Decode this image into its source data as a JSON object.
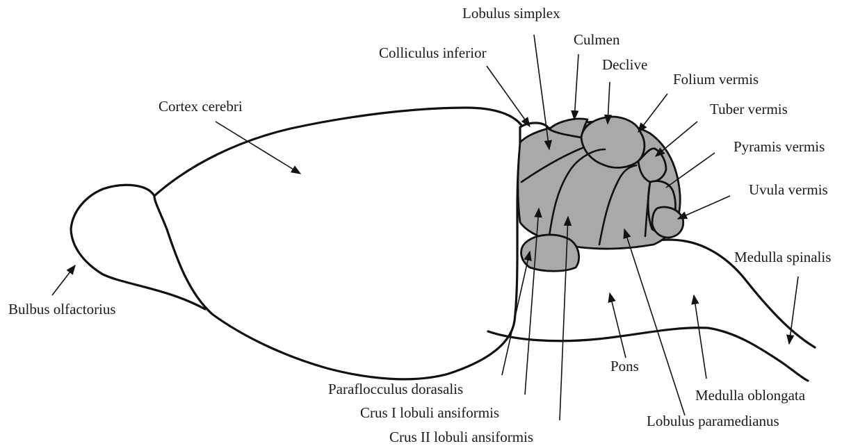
{
  "colors": {
    "outline": "#111111",
    "cerebellum_fill": "#a9a9a9",
    "background": "#ffffff"
  },
  "labels": {
    "lobulus_simplex": "Lobulus simplex",
    "culmen": "Culmen",
    "colliculus_inferior": "Colliculus inferior",
    "declive": "Declive",
    "folium_vermis": "Folium vermis",
    "cortex_cerebri": "Cortex cerebri",
    "tuber_vermis": "Tuber vermis",
    "pyramis_vermis": "Pyramis vermis",
    "uvula_vermis": "Uvula vermis",
    "medulla_spinalis": "Medulla spinalis",
    "bulbus_olfactorius": "Bulbus olfactorius",
    "pons": "Pons",
    "paraflocculus_dorasalis": "Paraflocculus dorasalis",
    "medulla_oblongata": "Medulla oblongata",
    "crus_i": "Crus I lobuli ansiformis",
    "lobulus_paramedianus": "Lobulus paramedianus",
    "crus_ii": "Crus II lobuli ansiformis"
  }
}
